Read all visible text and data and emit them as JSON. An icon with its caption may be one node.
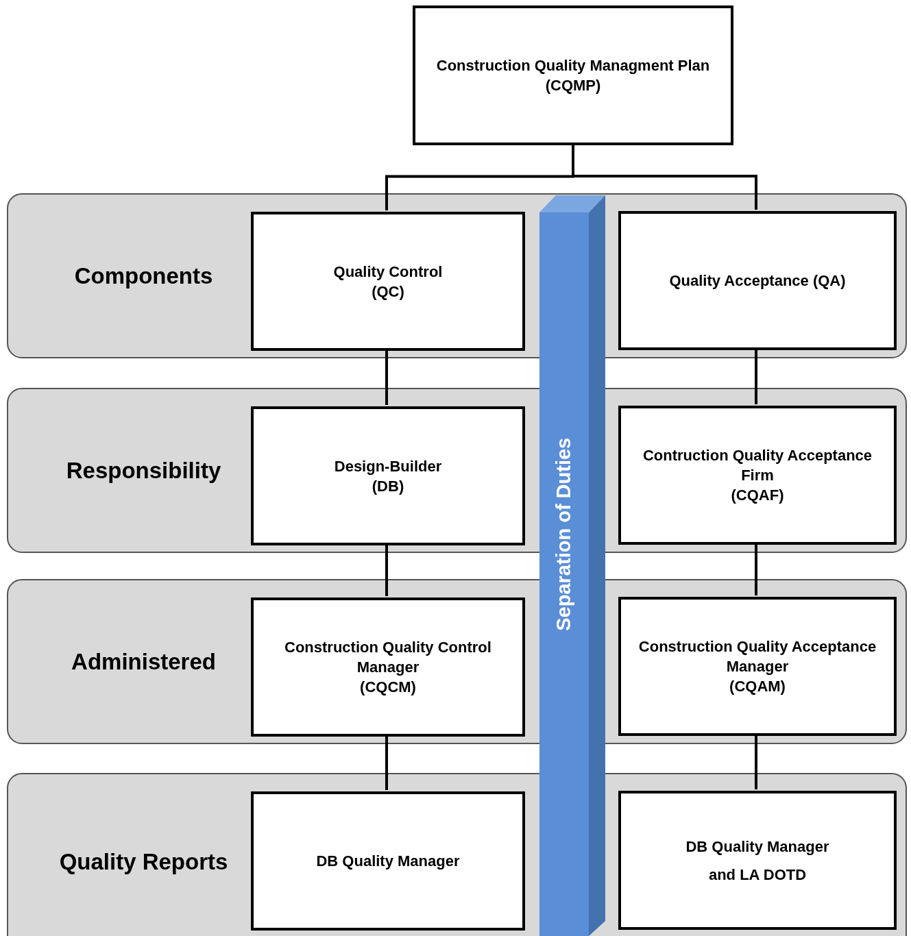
{
  "diagram": {
    "nodes": [
      {
        "text": [
          "Construction Quality Managment Plan (CQMP)"
        ]
      },
      {
        "text": [
          "Components"
        ]
      },
      {
        "text": [
          "Quality Control",
          "(QC)"
        ],
        "in": 1
      },
      {
        "text": [
          "Quality Acceptance (QA)"
        ],
        "in": 1
      },
      {
        "text": [
          "Responsibility"
        ]
      },
      {
        "text": [
          "Design-Builder",
          "(DB)"
        ],
        "in": 4
      },
      {
        "text": [
          "Contruction Quality Acceptance Firm",
          "(CQAF)"
        ],
        "in": 4
      },
      {
        "text": [
          "Administered"
        ]
      },
      {
        "text": [
          "Construction Quality Control Manager",
          "(CQCM)"
        ],
        "in": 7
      },
      {
        "text": [
          "Construction Quality Acceptance Manager",
          "(CQAM)"
        ],
        "in": 7
      },
      {
        "text": [
          "Quality Reports"
        ]
      },
      {
        "text": [
          "DB Quality Manager"
        ],
        "in": 10
      },
      {
        "text": [
          "DB Quality Manager",
          "and LA DOTD"
        ],
        "in": 10
      },
      {
        "text": [
          "Separation of Duties"
        ]
      }
    ],
    "edges": [
      {
        "from": 0,
        "to": 2,
        "arrow": "none"
      },
      {
        "from": 0,
        "to": 3,
        "arrow": "none"
      },
      {
        "from": 2,
        "to": 5,
        "arrow": "none"
      },
      {
        "from": 5,
        "to": 8,
        "arrow": "none"
      },
      {
        "from": 8,
        "to": 11,
        "arrow": "none"
      },
      {
        "from": 3,
        "to": 6,
        "arrow": "none"
      },
      {
        "from": 6,
        "to": 9,
        "arrow": "none"
      },
      {
        "from": 9,
        "to": 12,
        "arrow": "none"
      }
    ]
  }
}
